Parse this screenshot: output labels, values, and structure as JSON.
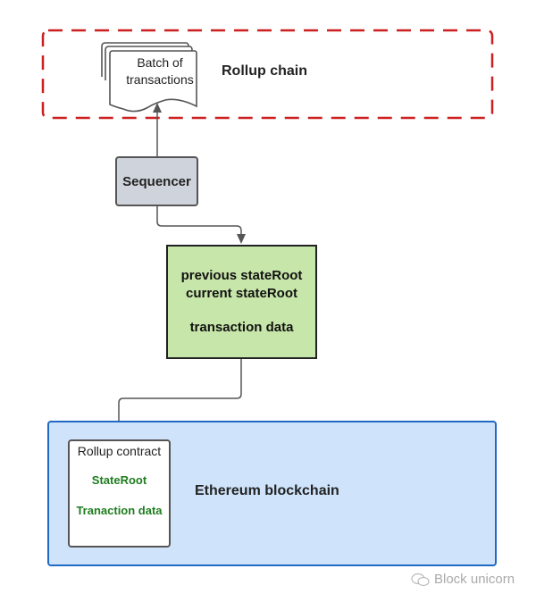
{
  "diagram": {
    "rollup_chain": {
      "title": "Rollup chain",
      "border_color": "#cc1f1f",
      "batch_document": {
        "line1": "Batch of",
        "line2": "transactions"
      }
    },
    "sequencer": {
      "label": "Sequencer",
      "fill": "#cfd4dc"
    },
    "state_block": {
      "line1": "previous stateRoot",
      "line2": "current stateRoot",
      "line3": "transaction data",
      "fill": "#c7e6a9"
    },
    "ethereum": {
      "title": "Ethereum blockchain",
      "fill": "#cfe3fb",
      "border_color": "#1f6bc4",
      "rollup_contract": {
        "title": "Rollup contract",
        "item1": "StateRoot",
        "item2": "Tranaction data",
        "item_color": "#1e7d1e"
      }
    },
    "edges": [
      {
        "from": "sequencer",
        "to": "batch-of-transactions"
      },
      {
        "from": "sequencer",
        "to": "state-block"
      },
      {
        "from": "state-block",
        "to": "rollup-contract"
      }
    ]
  },
  "watermark": {
    "icon": "wechat-icon",
    "text": "Block unicorn"
  }
}
